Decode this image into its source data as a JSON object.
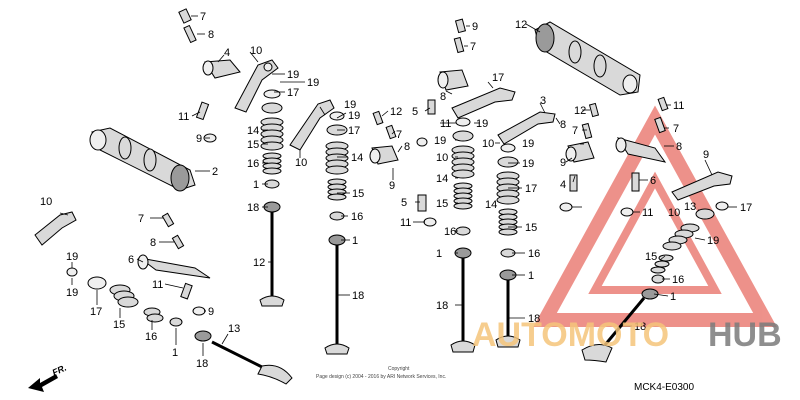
{
  "diagram": {
    "code": "MCK4-E0300",
    "direction_label": "FR.",
    "copyright_line1": "Copyright",
    "copyright_line2": "Page design (c) 2004 - 2016 by ARI Network Services, Inc.",
    "watermark": {
      "left": "AUTOMOTO",
      "right": "HUB"
    },
    "callouts": [
      {
        "id": "c1",
        "label": "7"
      },
      {
        "id": "c2",
        "label": "8"
      },
      {
        "id": "c3",
        "label": "4"
      },
      {
        "id": "c4",
        "label": "10"
      },
      {
        "id": "c5",
        "label": "19"
      },
      {
        "id": "c6",
        "label": "19"
      },
      {
        "id": "c7",
        "label": "17"
      },
      {
        "id": "c8",
        "label": "14"
      },
      {
        "id": "c9",
        "label": "15"
      },
      {
        "id": "c10",
        "label": "11"
      },
      {
        "id": "c11",
        "label": "9"
      },
      {
        "id": "c12",
        "label": "2"
      },
      {
        "id": "c13",
        "label": "16"
      },
      {
        "id": "c14",
        "label": "1"
      },
      {
        "id": "c15",
        "label": "18"
      },
      {
        "id": "c16",
        "label": "12"
      },
      {
        "id": "c17",
        "label": "10"
      },
      {
        "id": "c18",
        "label": "7"
      },
      {
        "id": "c19",
        "label": "8"
      },
      {
        "id": "c20",
        "label": "6"
      },
      {
        "id": "c21",
        "label": "11"
      },
      {
        "id": "c22",
        "label": "9"
      },
      {
        "id": "c23",
        "label": "19"
      },
      {
        "id": "c24",
        "label": "19"
      },
      {
        "id": "c25",
        "label": "17"
      },
      {
        "id": "c26",
        "label": "15"
      },
      {
        "id": "c27",
        "label": "16"
      },
      {
        "id": "c28",
        "label": "1"
      },
      {
        "id": "c29",
        "label": "18"
      },
      {
        "id": "c30",
        "label": "13"
      },
      {
        "id": "c31",
        "label": "10"
      },
      {
        "id": "c32",
        "label": "19"
      },
      {
        "id": "c33",
        "label": "19"
      },
      {
        "id": "c34",
        "label": "17"
      },
      {
        "id": "c35",
        "label": "14"
      },
      {
        "id": "c36",
        "label": "15"
      },
      {
        "id": "c37",
        "label": "16"
      },
      {
        "id": "c38",
        "label": "1"
      },
      {
        "id": "c39",
        "label": "18"
      },
      {
        "id": "c40",
        "label": "12"
      },
      {
        "id": "c41",
        "label": "7"
      },
      {
        "id": "c42",
        "label": "8"
      },
      {
        "id": "c43",
        "label": "9"
      },
      {
        "id": "c44",
        "label": "5"
      },
      {
        "id": "c45",
        "label": "11"
      },
      {
        "id": "c46",
        "label": "9"
      },
      {
        "id": "c47",
        "label": "7"
      },
      {
        "id": "c48",
        "label": "8"
      },
      {
        "id": "c49",
        "label": "5"
      },
      {
        "id": "c50",
        "label": "11"
      },
      {
        "id": "c51",
        "label": "19"
      },
      {
        "id": "c52",
        "label": "19"
      },
      {
        "id": "c53",
        "label": "17"
      },
      {
        "id": "c54",
        "label": "10"
      },
      {
        "id": "c55",
        "label": "14"
      },
      {
        "id": "c56",
        "label": "15"
      },
      {
        "id": "c57",
        "label": "16"
      },
      {
        "id": "c58",
        "label": "1"
      },
      {
        "id": "c59",
        "label": "18"
      },
      {
        "id": "c60",
        "label": "12"
      },
      {
        "id": "c61",
        "label": "3"
      },
      {
        "id": "c62",
        "label": "10"
      },
      {
        "id": "c63",
        "label": "19"
      },
      {
        "id": "c64",
        "label": "19"
      },
      {
        "id": "c65",
        "label": "17"
      },
      {
        "id": "c66",
        "label": "14"
      },
      {
        "id": "c67",
        "label": "15"
      },
      {
        "id": "c68",
        "label": "16"
      },
      {
        "id": "c69",
        "label": "1"
      },
      {
        "id": "c70",
        "label": "18"
      },
      {
        "id": "c71",
        "label": "12"
      },
      {
        "id": "c72",
        "label": "7"
      },
      {
        "id": "c73",
        "label": "8"
      },
      {
        "id": "c74",
        "label": "9"
      },
      {
        "id": "c75",
        "label": "4"
      },
      {
        "id": "c76",
        "label": "11"
      },
      {
        "id": "c77",
        "label": "7"
      },
      {
        "id": "c78",
        "label": "8"
      },
      {
        "id": "c79",
        "label": "6"
      },
      {
        "id": "c80",
        "label": "11"
      },
      {
        "id": "c81",
        "label": "9"
      },
      {
        "id": "c82",
        "label": "10"
      },
      {
        "id": "c83",
        "label": "17"
      },
      {
        "id": "c84",
        "label": "19"
      },
      {
        "id": "c85",
        "label": "15"
      },
      {
        "id": "c86",
        "label": "16"
      },
      {
        "id": "c87",
        "label": "1"
      },
      {
        "id": "c88",
        "label": "18"
      },
      {
        "id": "c89",
        "label": "13"
      },
      {
        "id": "c90",
        "label": "19"
      }
    ]
  }
}
